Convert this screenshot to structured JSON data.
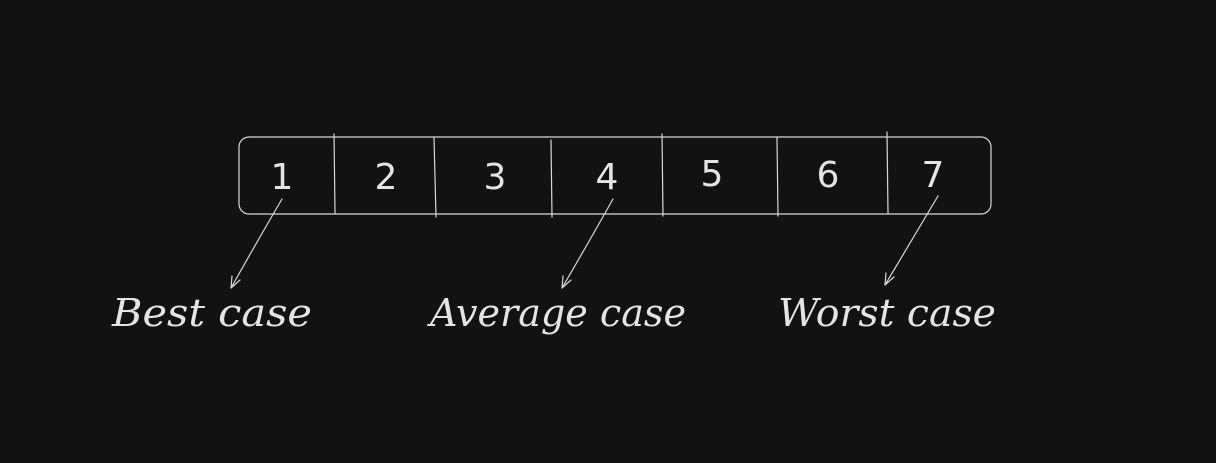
{
  "array": {
    "cells": [
      "1",
      "2",
      "3",
      "4",
      "5",
      "6",
      "7"
    ]
  },
  "labels": {
    "best": "Best case",
    "average": "Average case",
    "worst": "Worst case"
  },
  "colors": {
    "background": "#121212",
    "ink": "#e4e4e4",
    "stroke": "#d8d8d8"
  }
}
